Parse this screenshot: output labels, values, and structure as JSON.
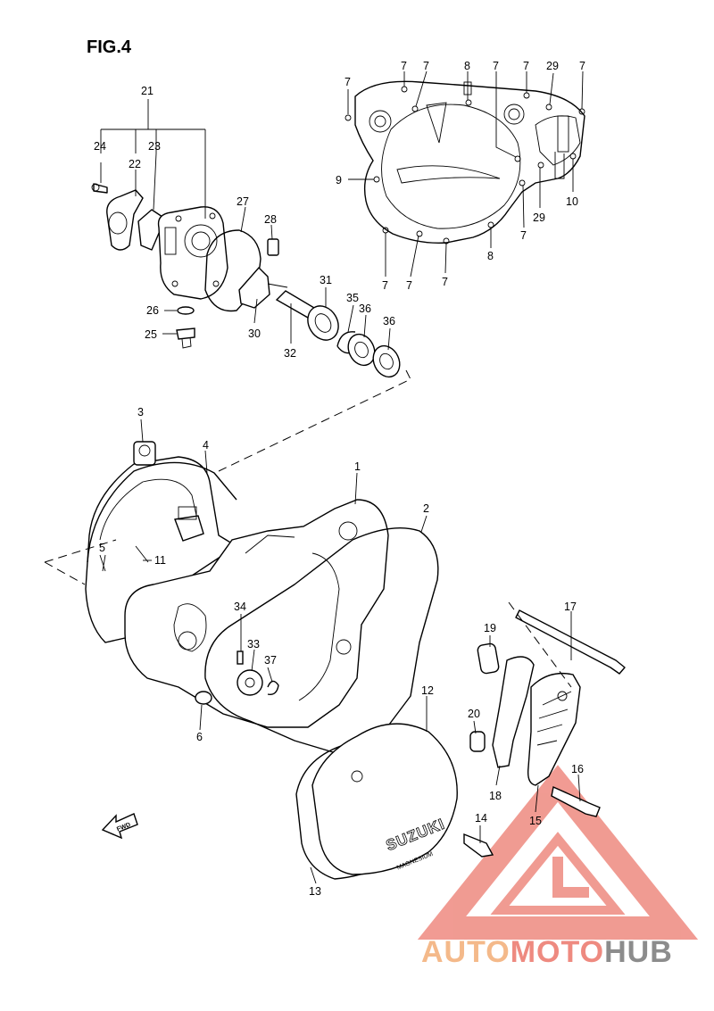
{
  "figure_title": "FIG.4",
  "callouts": {
    "c1": "1",
    "c2": "2",
    "c3": "3",
    "c4": "4",
    "c5": "5",
    "c6": "6",
    "c7": "7",
    "c8": "8",
    "c9": "9",
    "c10": "10",
    "c11": "11",
    "c12": "12",
    "c13": "13",
    "c14": "14",
    "c15": "15",
    "c16": "16",
    "c17": "17",
    "c18": "18",
    "c19": "19",
    "c20": "20",
    "c21": "21",
    "c22": "22",
    "c23": "23",
    "c24": "24",
    "c25": "25",
    "c26": "26",
    "c27": "27",
    "c28": "28",
    "c29": "29",
    "c30": "30",
    "c31": "31",
    "c32": "32",
    "c33": "33",
    "c34": "34",
    "c35": "35",
    "c36": "36",
    "c37": "37"
  },
  "cover_branding": {
    "main": "SUZUKI",
    "sub": "MAGNESIUM"
  },
  "direction_arrow": "FWD",
  "watermark": {
    "part1": "AUTO",
    "part2": "MOTO",
    "part3": "HUB"
  },
  "colors": {
    "watermark_orange": "#f4b98a",
    "watermark_red": "#ee8a80",
    "watermark_gray": "#8c8c8c"
  }
}
